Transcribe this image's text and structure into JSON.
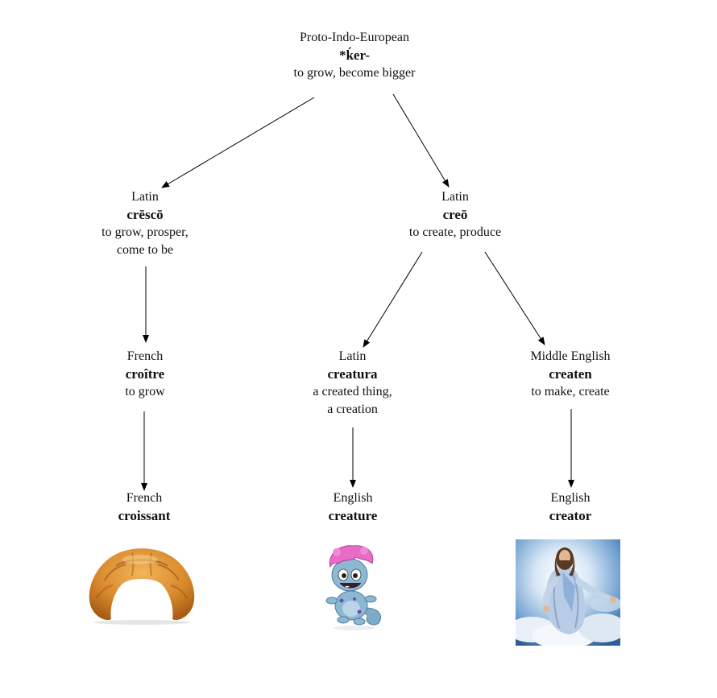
{
  "nodes": {
    "pie": {
      "lang": "Proto-Indo-European",
      "word": "*ḱer-",
      "gloss": "to grow, become bigger"
    },
    "cresco": {
      "lang": "Latin",
      "word": "crēscō",
      "gloss": "to grow, prosper,\ncome to be"
    },
    "creo": {
      "lang": "Latin",
      "word": "creō",
      "gloss": "to create, produce"
    },
    "croitre": {
      "lang": "French",
      "word": "croître",
      "gloss": "to grow"
    },
    "creatura": {
      "lang": "Latin",
      "word": "creatura",
      "gloss": "a created thing,\na creation"
    },
    "createn": {
      "lang": "Middle English",
      "word": "createn",
      "gloss": "to make, create"
    },
    "croissant": {
      "lang": "French",
      "word": "croissant"
    },
    "creature": {
      "lang": "English",
      "word": "creature"
    },
    "creator": {
      "lang": "English",
      "word": "creator"
    }
  },
  "edges": [
    [
      "pie",
      "cresco"
    ],
    [
      "pie",
      "creo"
    ],
    [
      "cresco",
      "croitre"
    ],
    [
      "creo",
      "creatura"
    ],
    [
      "creo",
      "createn"
    ],
    [
      "croitre",
      "croissant"
    ],
    [
      "creatura",
      "creature"
    ],
    [
      "createn",
      "creator"
    ]
  ],
  "images": {
    "croissant": "croissant-picture",
    "creature": "pink-haired-cartoon-creature-picture",
    "creator": "jesus-in-clouds-picture"
  }
}
